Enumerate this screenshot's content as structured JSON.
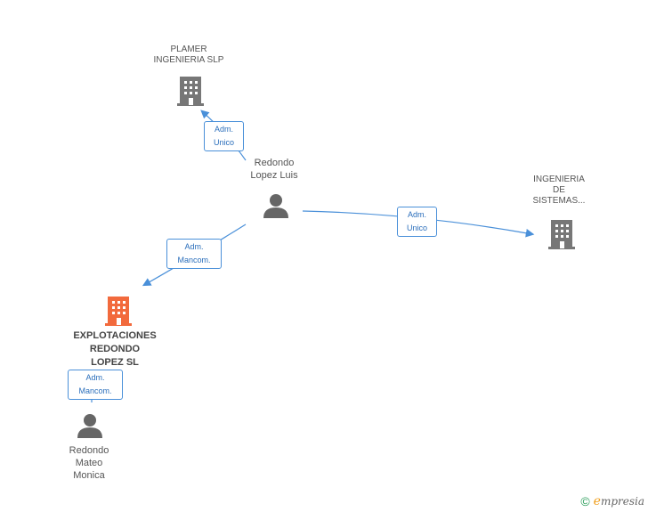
{
  "nodes": {
    "planmer": {
      "label": "PLAMER\nINGENIERIA SLP"
    },
    "redondo_luis": {
      "label": "Redondo\nLopez Luis"
    },
    "ingenieria": {
      "label": "INGENIERIA\nDE\nSISTEMAS..."
    },
    "explotaciones": {
      "label": "EXPLOTACIONES\nREDONDO\nLOPEZ SL"
    },
    "redondo_mateo": {
      "label": "Redondo\nMateo\nMonica"
    }
  },
  "edges": {
    "to_planmer": {
      "line1": "Adm.",
      "line2": "Unico"
    },
    "to_ingenieria": {
      "line1": "Adm.",
      "line2": "Unico"
    },
    "to_explotaciones": {
      "line1": "Adm.",
      "line2": "Mancom."
    },
    "mateo_to_explotaciones": {
      "line1": "Adm.",
      "line2": "Mancom."
    }
  },
  "colors": {
    "company": "#777777",
    "company_focus": "#f26a3d",
    "person": "#666666",
    "edge": "#4a90d9"
  },
  "footer": {
    "copyright": "©",
    "brand_initial": "e",
    "brand_rest": "mpresia"
  }
}
